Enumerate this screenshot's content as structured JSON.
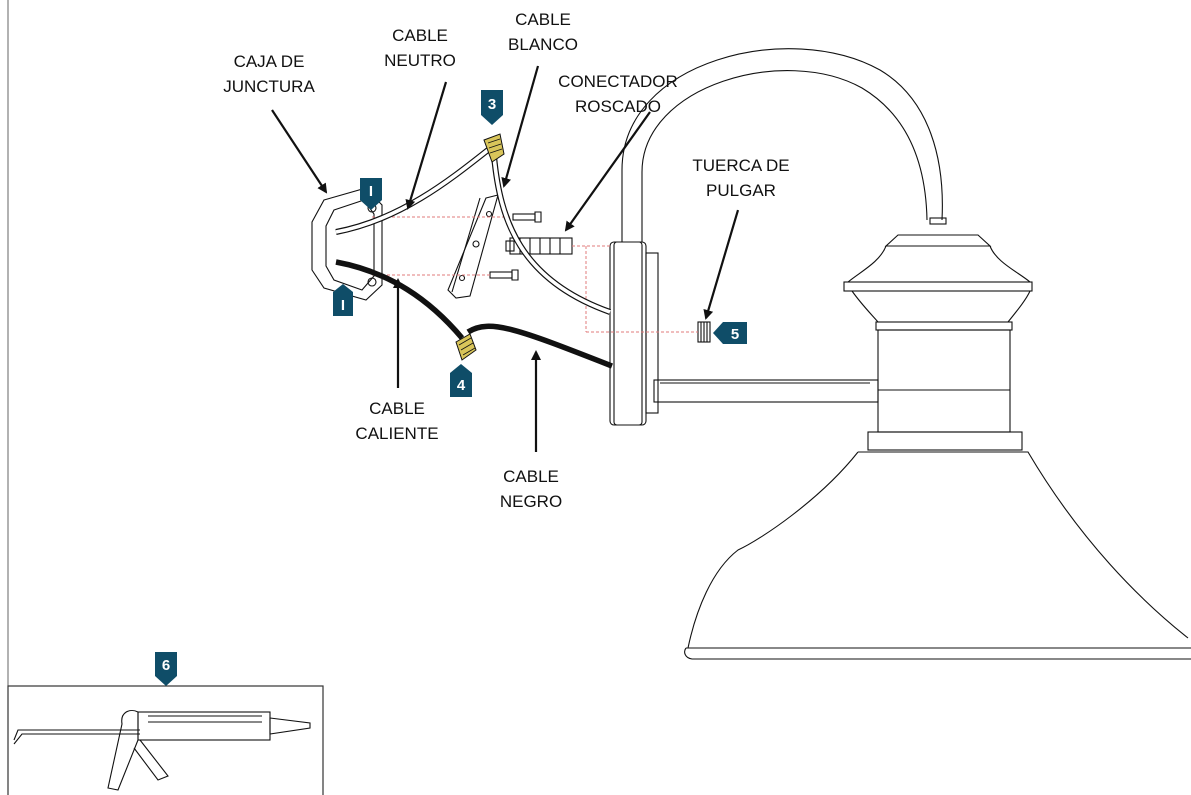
{
  "colors": {
    "tag": "#0f4d68",
    "wire_black": "#111111",
    "wire_nut": "#d9c55a",
    "guide_dash": "#e27b7b"
  },
  "labels": {
    "junction_box": [
      "CAJA DE",
      "JUNCTURA"
    ],
    "neutral_cable": [
      "CABLE",
      "NEUTRO"
    ],
    "white_cable": [
      "CABLE",
      "BLANCO"
    ],
    "threaded_connector": [
      "CONECTADOR",
      "ROSCADO"
    ],
    "thumb_nut": [
      "TUERCA DE",
      "PULGAR"
    ],
    "hot_cable": [
      "CABLE",
      "CALIENTE"
    ],
    "black_cable": [
      "CABLE",
      "NEGRO"
    ]
  },
  "steps": {
    "box_top": "I",
    "box_bottom": "I",
    "white_wirenut": "3",
    "black_wirenut": "4",
    "thumb_nut": "5",
    "caulk": "6"
  }
}
